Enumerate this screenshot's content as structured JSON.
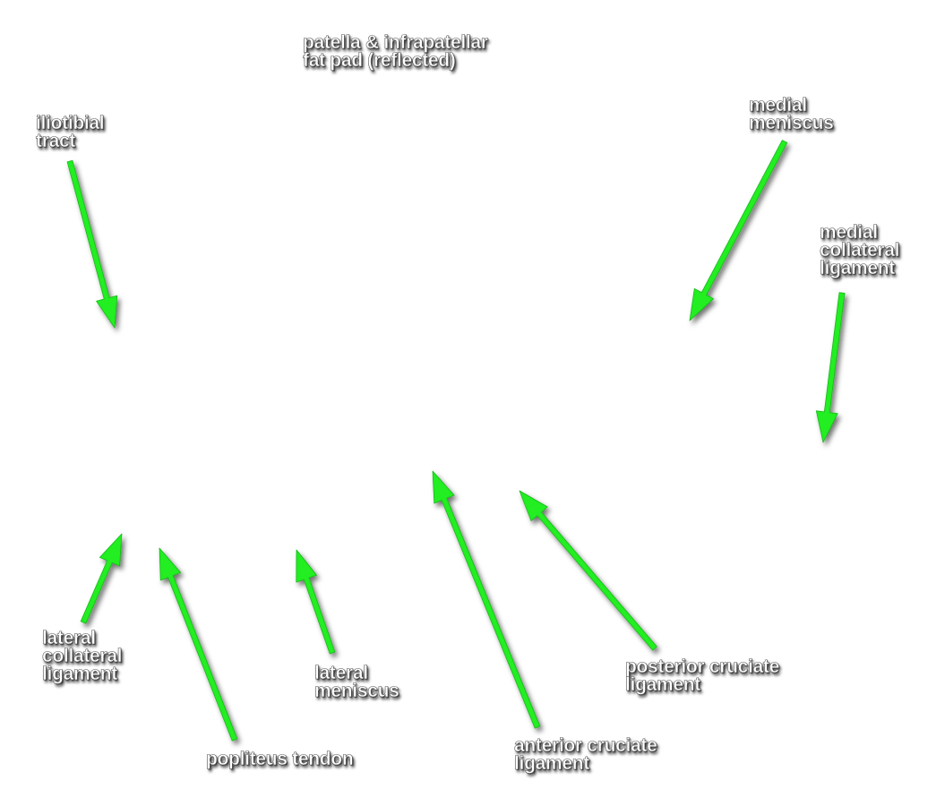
{
  "arrow_color": "#22ee22",
  "labels": {
    "patella": {
      "line1": "patella & infrapatellar",
      "line2": "fat pad (reflected)"
    },
    "iliotibial": {
      "line1": "iliotibial",
      "line2": "tract"
    },
    "medial_meniscus": {
      "line1": "medial",
      "line2": "meniscus"
    },
    "mcl": {
      "line1": "medial",
      "line2": "collateral",
      "line3": "ligament"
    },
    "lcl": {
      "line1": "lateral",
      "line2": "collateral",
      "line3": "ligament"
    },
    "lateral_meniscus": {
      "line1": "lateral",
      "line2": "meniscus"
    },
    "popliteus": {
      "line1": "popliteus tendon"
    },
    "acl": {
      "line1": "anterior cruciate",
      "line2": "ligament"
    },
    "pcl": {
      "line1": "posterior cruciate",
      "line2": "ligament"
    }
  }
}
